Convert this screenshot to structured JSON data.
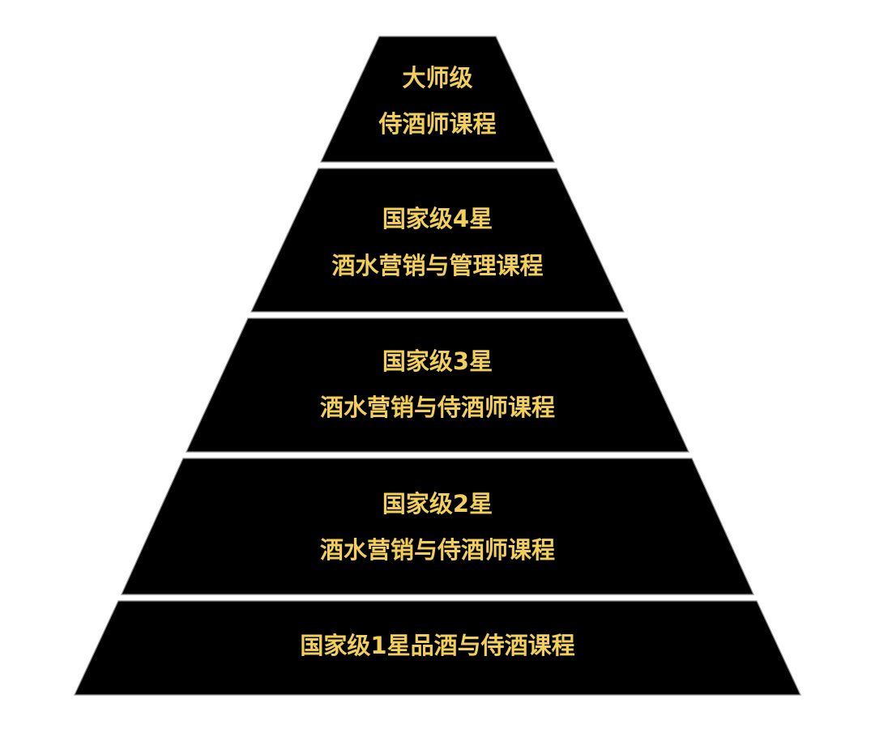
{
  "pyramid": {
    "text_color": "#f2cf5b",
    "fill_color": "#000000",
    "tiers": [
      {
        "lines": [
          "大师级",
          "侍酒师课程"
        ]
      },
      {
        "lines": [
          "国家级4星",
          "酒水营销与管理课程"
        ]
      },
      {
        "lines": [
          "国家级3星",
          "酒水营销与侍酒师课程"
        ]
      },
      {
        "lines": [
          "国家级2星",
          "酒水营销与侍酒师课程"
        ]
      },
      {
        "lines": [
          "国家级1星品酒与侍酒课程"
        ]
      }
    ]
  }
}
